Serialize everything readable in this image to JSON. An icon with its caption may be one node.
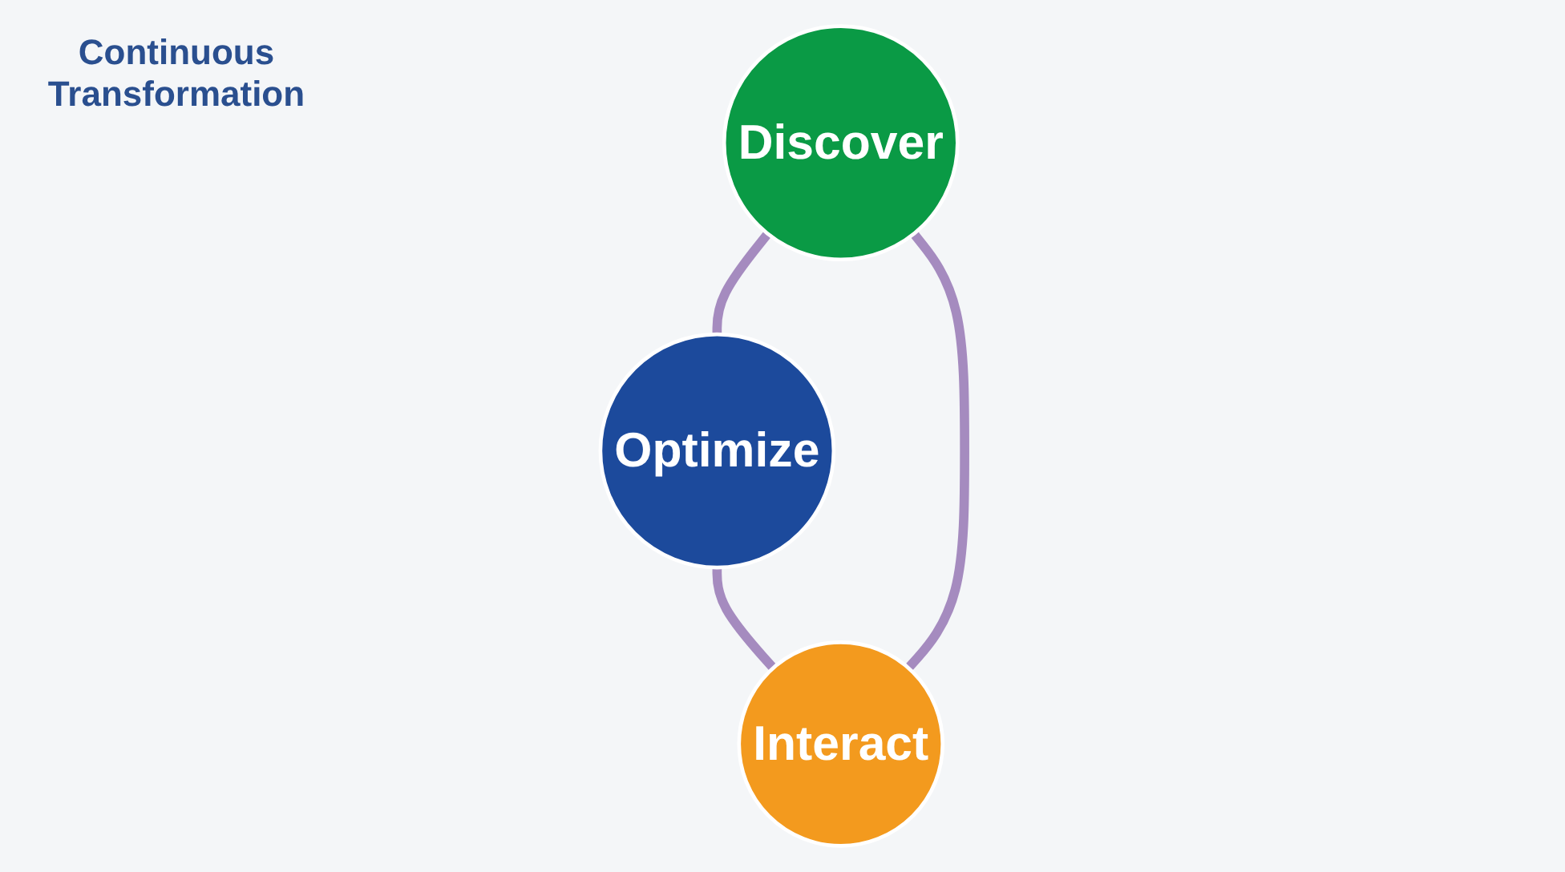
{
  "diagram": {
    "nodes": [
      {
        "text": [
          "Discover"
        ]
      },
      {
        "text": [
          "Optimize"
        ]
      },
      {
        "text": [
          "Interact"
        ]
      }
    ],
    "edges": [
      {
        "from": 0,
        "to": 1,
        "arrow": "none"
      },
      {
        "from": 1,
        "to": 2,
        "arrow": "none"
      },
      {
        "from": 2,
        "to": 0,
        "arrow": "none"
      }
    ],
    "labels": [
      "Continuous Transformation"
    ]
  }
}
